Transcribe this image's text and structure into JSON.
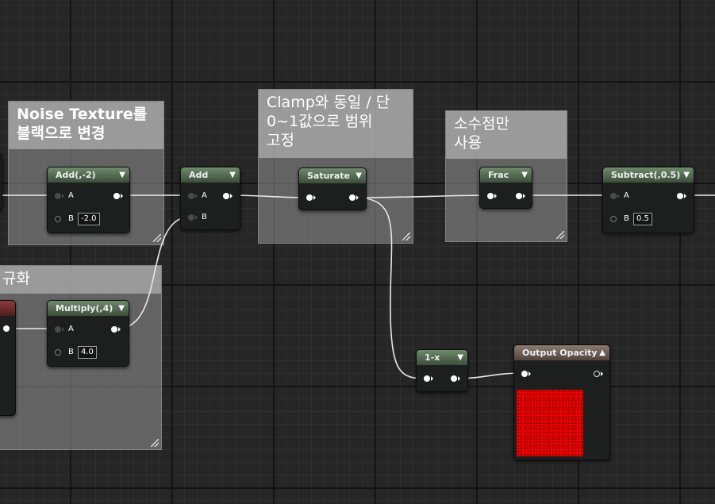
{
  "comments": {
    "noise": "Noise Texture를\n블랙으로 변경",
    "clamp": "Clamp와 동일 / 단\n0~1값으로 범위\n고정",
    "frac": "소수점만\n사용",
    "normalize": "규화"
  },
  "nodes": {
    "add_neg2": {
      "title": "Add(,-2)",
      "pin_a": "A",
      "pin_b": "B",
      "b_value": "-2.0"
    },
    "add": {
      "title": "Add",
      "pin_a": "A",
      "pin_b": "B"
    },
    "saturate": {
      "title": "Saturate"
    },
    "frac": {
      "title": "Frac"
    },
    "subtract": {
      "title": "Subtract(,0.5)",
      "pin_a": "A",
      "pin_b": "B",
      "b_value": "0.5"
    },
    "multiply": {
      "title": "Multiply(,4)",
      "pin_a": "A",
      "pin_b": "B",
      "b_value": "4.0"
    },
    "one_minus": {
      "title": "1-x"
    },
    "output_opacity": {
      "title": "Output Opacity"
    }
  },
  "icons": {
    "collapse": "chevron-down-icon",
    "expand": "chevron-up-icon"
  },
  "colors": {
    "node_header": "#4f6a4d",
    "output_header": "#6b5d55",
    "preview": "#ee0000"
  }
}
